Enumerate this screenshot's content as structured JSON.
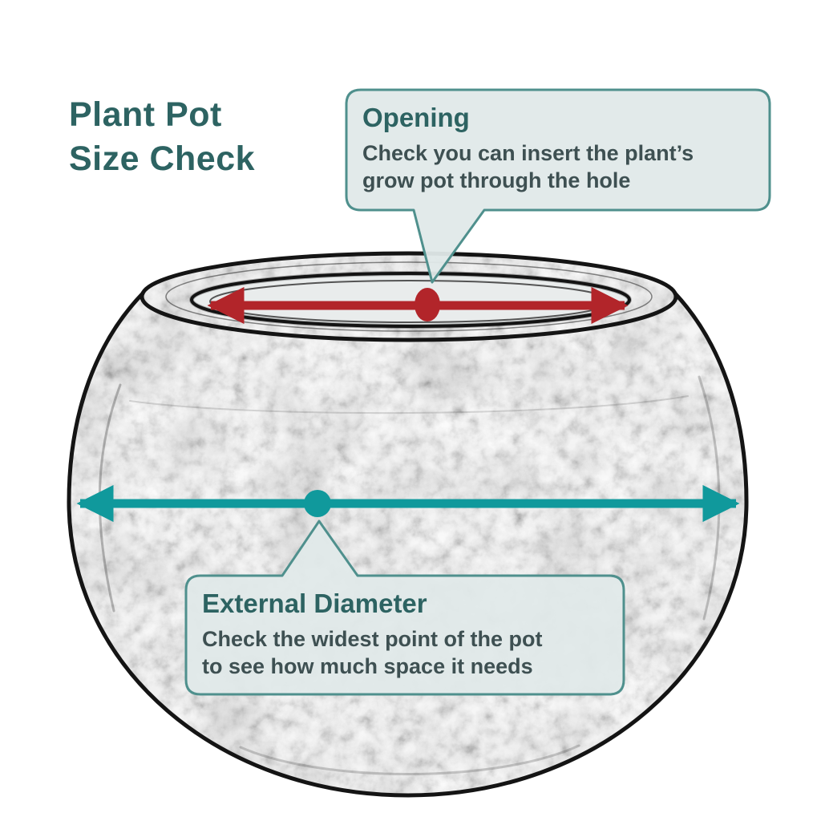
{
  "title": {
    "line1": "Plant Pot",
    "line2": "Size Check"
  },
  "callouts": {
    "opening": {
      "heading": "Opening",
      "body_line1": "Check you can insert the plant’s",
      "body_line2": "grow pot through the hole"
    },
    "external": {
      "heading": "External Diameter",
      "body_line1": "Check the widest point of the pot",
      "body_line2": "to see how much space it needs"
    }
  },
  "colors": {
    "heading": "#2d6362",
    "body-text": "#3e5052",
    "callout-bg": "#e0e9e9",
    "callout-border": "#4f908d",
    "red-arrow": "#b2252a",
    "teal-arrow": "#10999c",
    "sketch-ink": "#141414"
  }
}
